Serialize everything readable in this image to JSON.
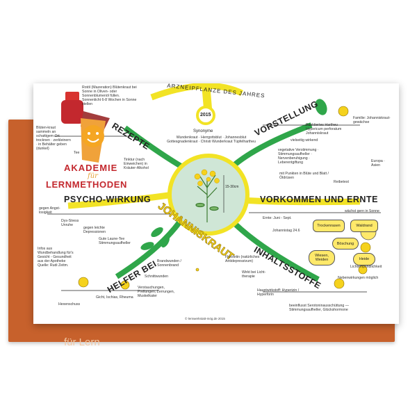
{
  "backing_text": "für Lern",
  "logo": {
    "line1": "AKADEMIE",
    "line2": "für",
    "line3": "LERNMETHODEN"
  },
  "mindmap": {
    "title_arc": "ARZNEIPFLANZE DES JAHRES",
    "year": "2015",
    "center": "JOHANNISKRAUT",
    "size_note": "15-30cm",
    "branches": {
      "rezepte": "REZEPTE",
      "vorstellung": "VORSTELLUNG",
      "psycho": "PSYCHO-WIRKUNG",
      "vorkommen": "VORKOMMEN UND ERNTE",
      "helfer": "HELFER BEI",
      "inhaltsstoffe": "INHALTSSTOFFE"
    },
    "synonyme_heading": "Synonyme",
    "synonyme": "Wundenkraut · Herrgottsblut · Johannesblut Gottesgnadenkraut · Christi Wunderkraut Tüpfelhartheu",
    "notes": {
      "rotoel": "Rotöl (Mazeration) Blütenkraut bei Sonne in Oliven- oder Sonnenblumenöl füllen. Sonnenlicht 6-8 Wochen in Sonne stellen",
      "bluetenkraut": "Blüten-kraut sammeln an schattigem Ort trocknen · zerkleinern · in Behälter geben (dunkel)",
      "tee": "Tee",
      "tinktur": "Tinktur (nach Einweichen) in Kräuter-Alkohol",
      "angst": "gegen Angst-losigkeit",
      "stress": "Dys-Stress Unruhe",
      "leichte": "gegen leichte Depressionen",
      "gute_laune": "Gute Laune-Tee Stimmungsaufheller",
      "infos": "Infos aus Wundbehandlung für's Gesicht - Gesundheit aus der Apotheke Quelle: Rudi Zeitm.",
      "brandwunden": "Brandwunden / Sonnenbrand",
      "schnitt": "Schnittwunden",
      "verstauchungen": "Verstauchungen, Prellungen, Zerrungen, Muskelkater",
      "gicht": "Gicht, Ischias, Rheuma",
      "hexenschuss": "Hexenschuss",
      "familie": "Familie: Johanniskraut-gewächse",
      "punktiertes": "Punktiertes Hartheu Hypericum perforatum Johanniskraut",
      "vielseitig": "vielseitig wirkend",
      "vegetative": "vegetative Verstimmung · Stimmungsaufheller · Nervenberuhigung · Leberentgiftung",
      "blueten": "mit Punkten in Blüte und Blatt / Öldrüsen",
      "heimisch": "Europa · Asien",
      "reibetest": "Reibetest",
      "ernte": "Ernte: Juni - Sept.",
      "johannistag": "Johannistag 24.6",
      "sonne": "wächst gern in Sonne",
      "fluoxetin": "Fluoxetin (natürliches Antidepressivum)",
      "licht": "Wirkt bei Licht-therapie",
      "hauptwirkstoff": "Hauptwirkstoff: Hyperizin / Hyperforin",
      "serotonin": "beeinflusst Serotoninausschüttung — Stimmungsaufheller, Glückshormone",
      "lichtempf": "Lichtempfindlichkeit",
      "nebenwirkungen": "Nebenwirkungen möglich"
    },
    "boxes": {
      "trocken": "Trockenrasen",
      "waldrand": "Waldrand",
      "boeschung": "Böschung",
      "wiesen": "Wiesen, Weiden",
      "heide": "Heide"
    },
    "copyright": "© lernwerkstatt-mög.de 2015"
  },
  "colors": {
    "orange_backing": "#c7612c",
    "branch_green": "#2fa64a",
    "branch_yellow": "#f2e325",
    "center_fill": "#cfe6d6",
    "flower_yellow": "#f5d21d",
    "logo_red": "#c3282e"
  }
}
